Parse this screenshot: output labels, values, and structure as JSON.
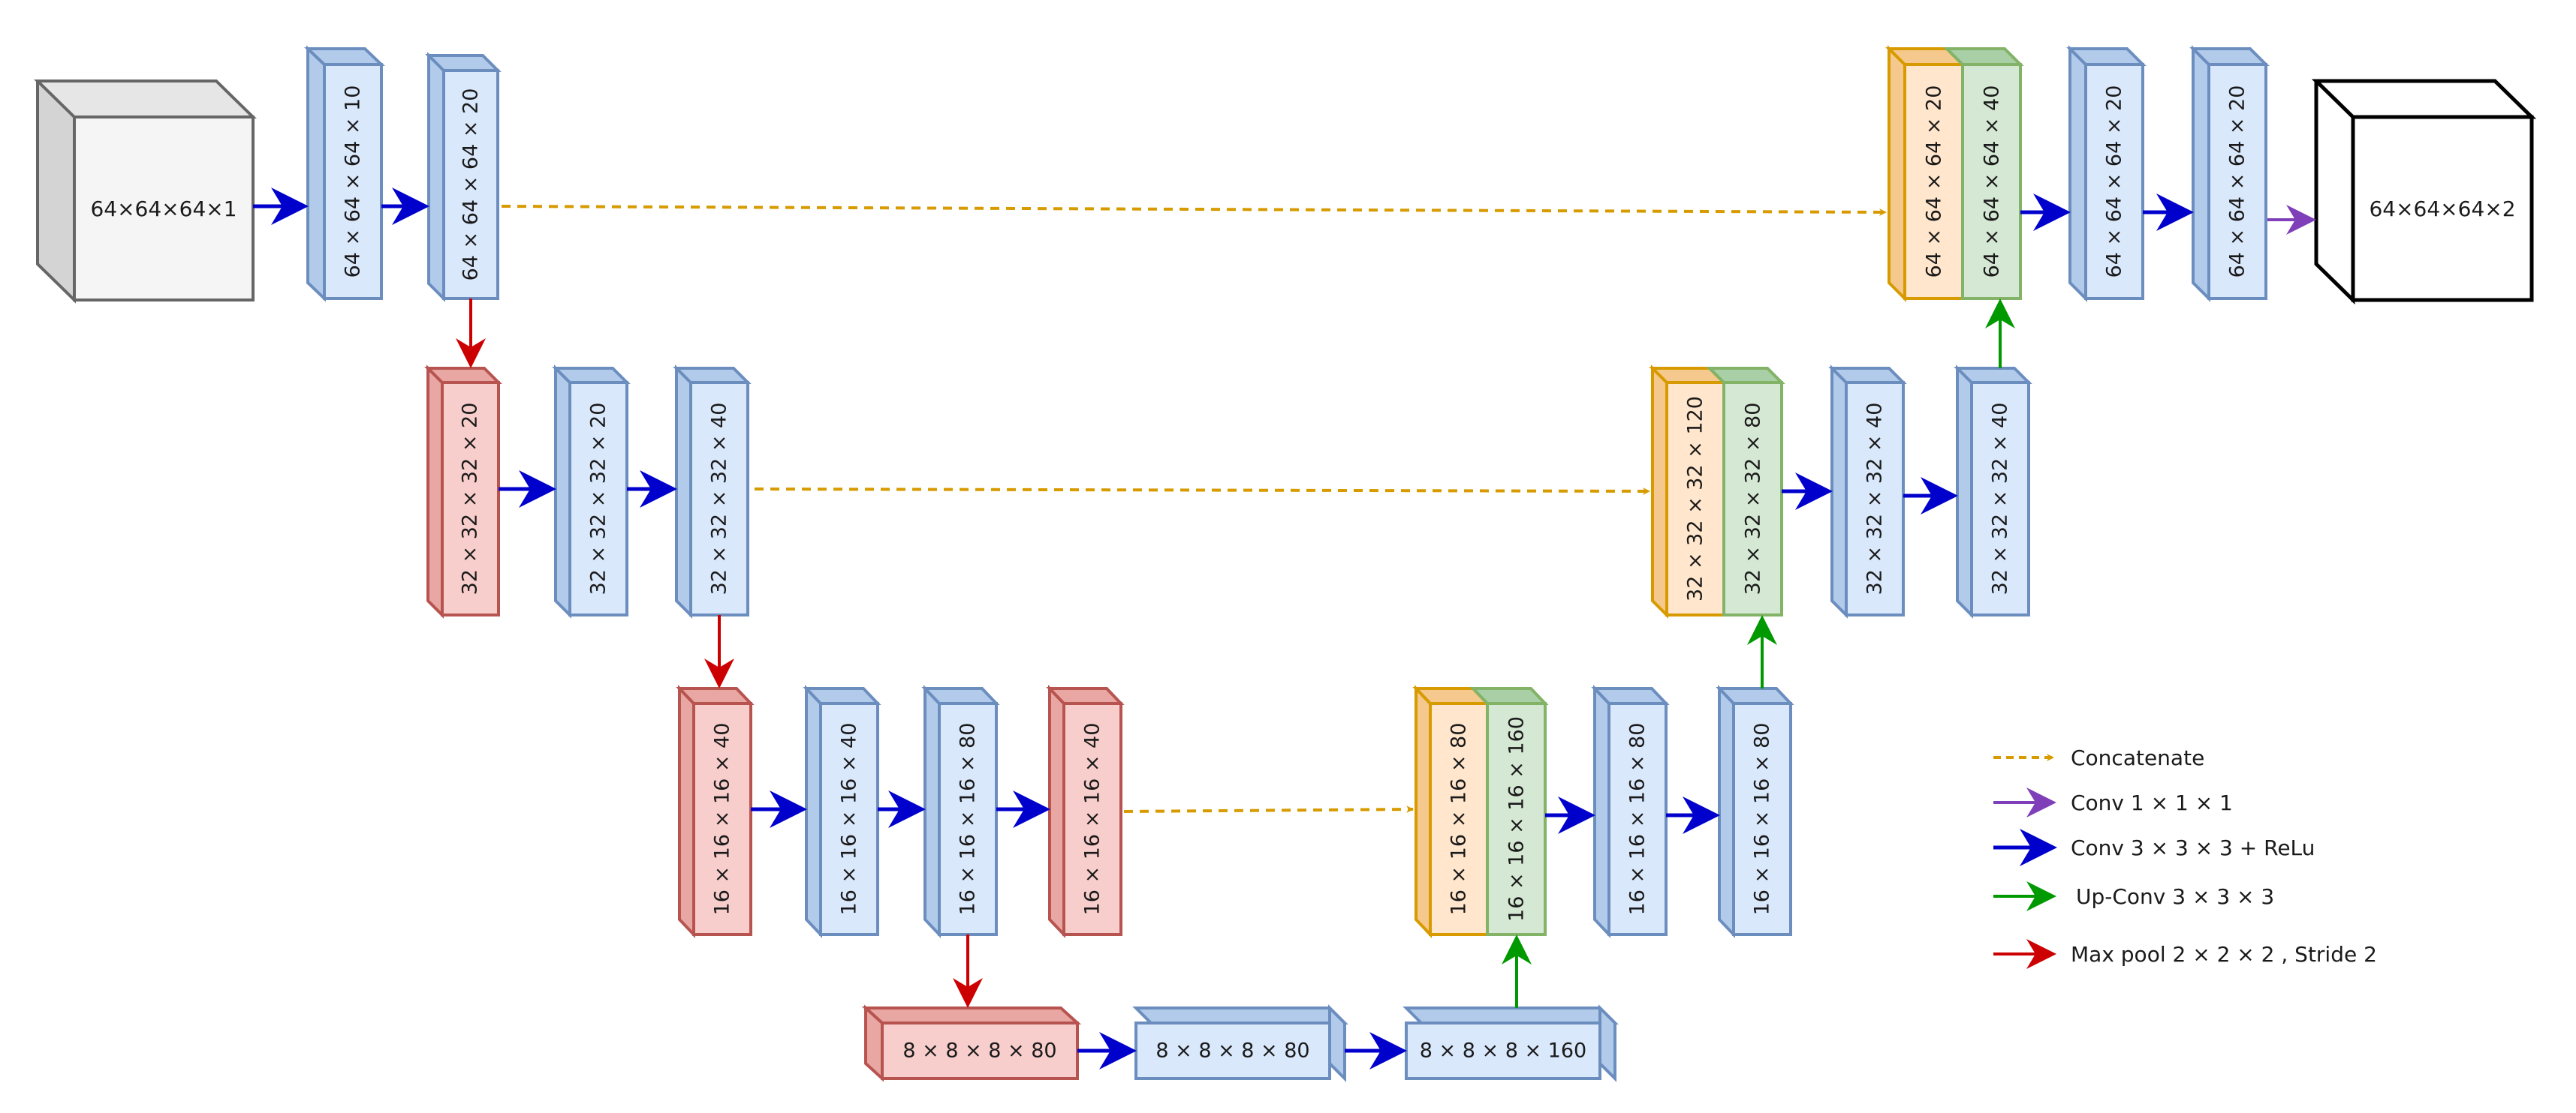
{
  "colors": {
    "conv_face": "#dae8fc",
    "conv_side": "#b3cbeb",
    "conv_stroke": "#6c8ebf",
    "pool_face": "#f8cecc",
    "pool_side": "#e9a7a4",
    "pool_stroke": "#b85450",
    "concat_face": "#ffe6cc",
    "concat_side": "#f5c98e",
    "concat_stroke": "#d79b00",
    "up_face": "#d5e8d4",
    "up_side": "#a9cfa6",
    "up_stroke": "#82b366",
    "arrow_concat": "#d79b00",
    "arrow_conv1": "#7e3fb8",
    "arrow_conv3": "#0000cc",
    "arrow_upconv": "#009900",
    "arrow_pool": "#cc0000"
  },
  "input_cube": {
    "label": "64×64×64×1"
  },
  "output_cube": {
    "label": "64×64×64×2"
  },
  "blocks": {
    "e1a": "64 × 64 × 64 × 10",
    "e1b": "64 × 64 × 64 × 20",
    "p1": "32 × 32 × 32 × 20",
    "e2a": "32 × 32 × 32 × 20",
    "e2b": "32 × 32 × 32 × 40",
    "p2": "16 × 16 × 16 × 40",
    "e3a": "16 × 16 × 16 × 40",
    "e3b": "16 × 16 × 16 × 80",
    "e3c": "16 × 16 × 16 × 40",
    "p3": "8 × 8 × 8 × 80",
    "b1": "8 × 8 × 8 × 80",
    "b2": "8 × 8 × 8 × 160",
    "d3cat": "16 × 16 × 16 × 80",
    "d3up": "16 × 16 × 16 × 160",
    "d3a": "16 × 16 × 16 × 80",
    "d3b": "16 × 16 × 16 × 80",
    "d2cat": "32 × 32 × 32 × 120",
    "d2up": "32 × 32 × 32 × 80",
    "d2a": "32 × 32 × 32 × 40",
    "d2b": "32 × 32 × 32 × 40",
    "d1cat": "64 × 64 × 64 × 20",
    "d1up": "64 × 64 × 64 × 40",
    "d1a": "64 × 64 × 64 × 20",
    "d1b": "64 × 64 × 64 × 20"
  },
  "legend": {
    "concat": "Concatenate",
    "conv1": "Conv 1 × 1 × 1",
    "conv3": "Conv 3 × 3 × 3  + ReLu",
    "upconv": "Up-Conv 3 × 3 × 3",
    "pool": "Max pool 2 × 2 × 2 , Stride 2"
  }
}
